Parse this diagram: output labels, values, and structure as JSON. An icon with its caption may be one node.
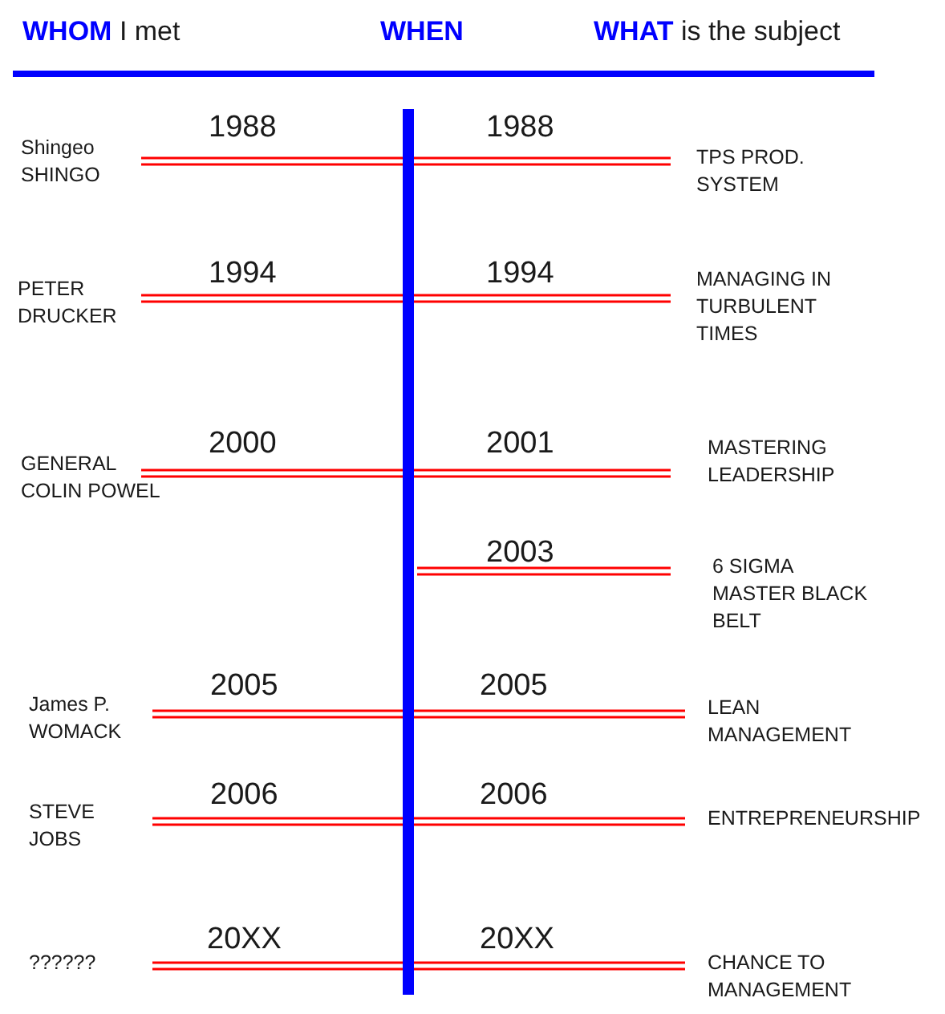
{
  "diagram": {
    "labels": [
      "**WHOM** I met",
      "WHEN",
      "**WHAT** is the subject",
      "Shingeo SHINGO",
      "1988",
      "1988",
      "TPS PROD. SYSTEM",
      "PETER DRUCKER",
      "1994",
      "1994",
      "MANAGING IN TURBULENT TIMES",
      "GENERAL COLIN POWEL",
      "2000",
      "2001",
      "MASTERING LEADERSHIP",
      "2003",
      "6 SIGMA MASTER BLACK BELT",
      "James P. WOMACK",
      "2005",
      "2005",
      "LEAN MANAGEMENT",
      "STEVE JOBS",
      "2006",
      "2006",
      "ENTREPRENEURSHIP",
      "??????",
      "20XX",
      "20XX",
      "CHANCE TO MANAGEMENT"
    ]
  }
}
